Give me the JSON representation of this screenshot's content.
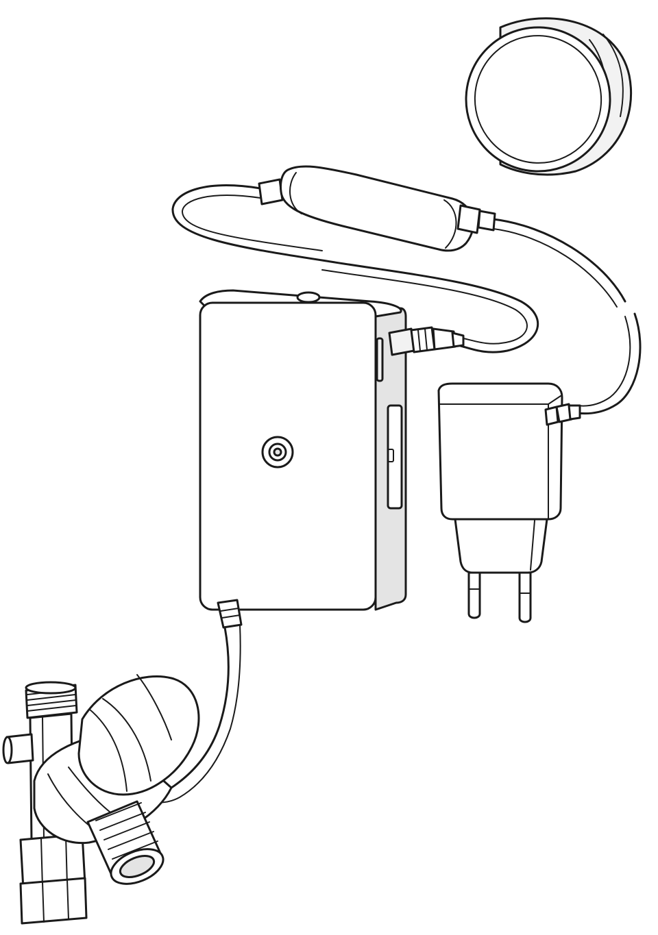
{
  "figure": {
    "background": "#ffffff",
    "line_color": "#1a1a1a",
    "components": [
      "round-sensor-cover",
      "inline-cable-module",
      "control-box",
      "power-adapter",
      "solenoid-valve"
    ]
  }
}
